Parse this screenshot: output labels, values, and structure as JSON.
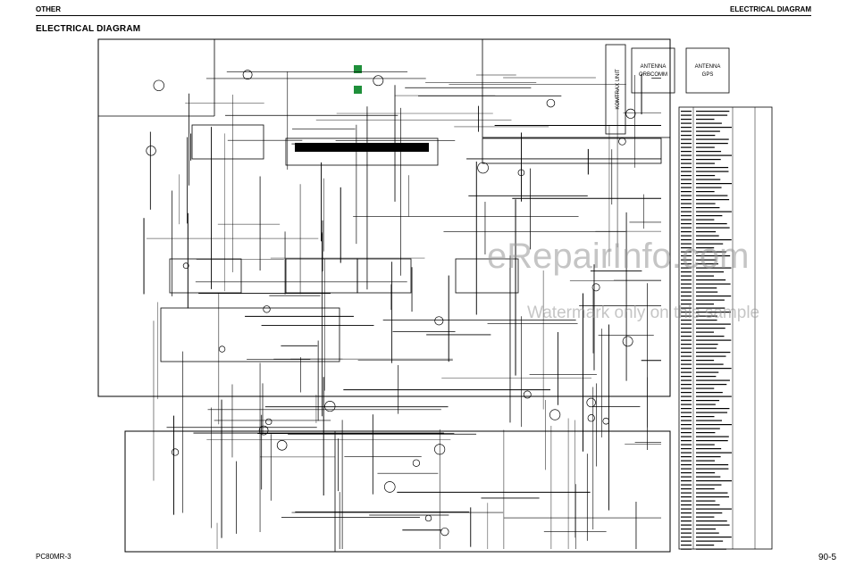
{
  "header": {
    "section": "OTHER",
    "right_title": "ELECTRICAL DIAGRAM"
  },
  "page_title": "ELECTRICAL DIAGRAM",
  "footer": {
    "model": "PC80MR-3",
    "page_number": "90-5"
  },
  "diagram": {
    "antenna_1": [
      "ANTENNA",
      "ORBCOMM"
    ],
    "antenna_2": [
      "ANTENNA",
      "GPS"
    ],
    "komtrax_label": "KOMTRAX UNIT"
  },
  "watermark": {
    "main": "eRepairInfo.com",
    "sub": "Watermark only on this sample"
  }
}
